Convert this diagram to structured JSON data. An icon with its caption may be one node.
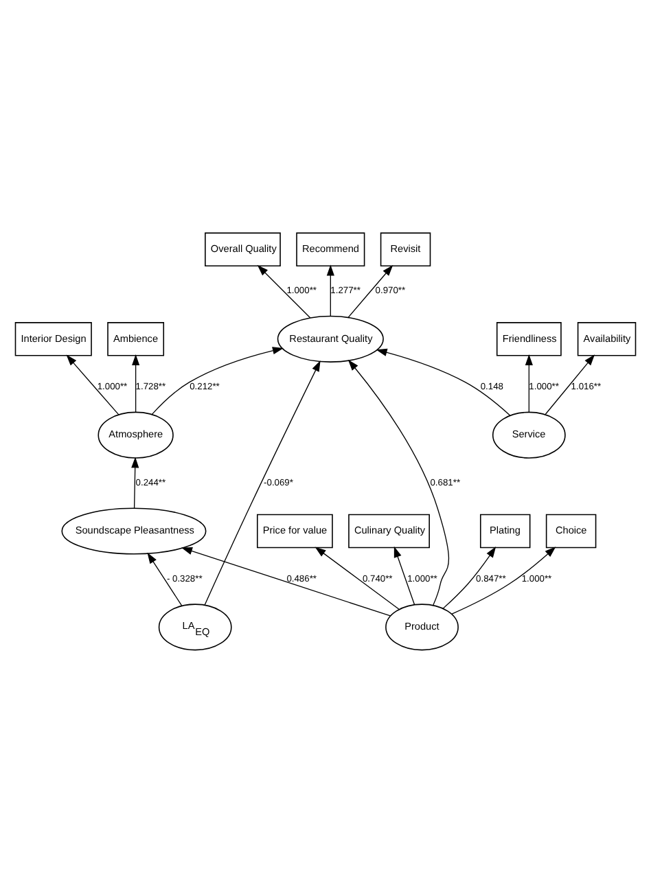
{
  "diagram": {
    "nodes": [
      {
        "text": [
          "Restaurant Quality"
        ]
      },
      {
        "text": [
          "Overall Quality"
        ]
      },
      {
        "text": [
          "Recommend"
        ]
      },
      {
        "text": [
          "Revisit"
        ]
      },
      {
        "text": [
          "Atmosphere"
        ]
      },
      {
        "text": [
          "Interior Design"
        ]
      },
      {
        "text": [
          "Ambience"
        ]
      },
      {
        "text": [
          "Product"
        ]
      },
      {
        "text": [
          "Plating"
        ]
      },
      {
        "text": [
          "Choice"
        ]
      },
      {
        "text": [
          "Price for value"
        ]
      },
      {
        "text": [
          "Culinary Quality"
        ]
      },
      {
        "text": [
          "Soundscape Pleasantness"
        ]
      },
      {
        "text": [
          "LA$_{EQ}$"
        ]
      },
      {
        "text": [
          "Service"
        ]
      },
      {
        "text": [
          "Availability"
        ]
      },
      {
        "text": [
          "Friendliness"
        ]
      }
    ],
    "edges": [
      {
        "from": 0,
        "to": 1,
        "arrow": "to",
        "label": "1.000**"
      },
      {
        "from": 0,
        "to": 2,
        "arrow": "to",
        "label": "1.277**"
      },
      {
        "from": 0,
        "to": 3,
        "arrow": "to",
        "label": "0.970**"
      },
      {
        "from": 4,
        "to": 5,
        "arrow": "to",
        "label": "1.000**"
      },
      {
        "from": 4,
        "to": 6,
        "arrow": "to",
        "label": "1.728**"
      },
      {
        "from": 4,
        "to": 0,
        "arrow": "to",
        "label": "0.212**"
      },
      {
        "from": 7,
        "to": 0,
        "arrow": "to",
        "label": "0.681**"
      },
      {
        "from": 7,
        "to": 8,
        "arrow": "to",
        "label": "0.847**"
      },
      {
        "from": 7,
        "to": 9,
        "arrow": "to",
        "label": "1.000**"
      },
      {
        "from": 7,
        "to": 10,
        "arrow": "to",
        "label": "0.740**"
      },
      {
        "from": 7,
        "to": 11,
        "arrow": "to",
        "label": "1.000**"
      },
      {
        "from": 7,
        "to": 12,
        "arrow": "to",
        "label": "0.486**"
      },
      {
        "from": 12,
        "to": 4,
        "arrow": "to",
        "label": "0.244**"
      },
      {
        "from": 13,
        "to": 12,
        "arrow": "to",
        "label": "- 0.328**"
      },
      {
        "from": 13,
        "to": 0,
        "arrow": "to",
        "label": "-0.069*"
      },
      {
        "from": 14,
        "to": 0,
        "arrow": "to",
        "label": "0.148"
      },
      {
        "from": 14,
        "to": 15,
        "arrow": "to",
        "label": "1.016**"
      },
      {
        "from": 14,
        "to": 16,
        "arrow": "to",
        "label": "1.000**"
      }
    ]
  }
}
